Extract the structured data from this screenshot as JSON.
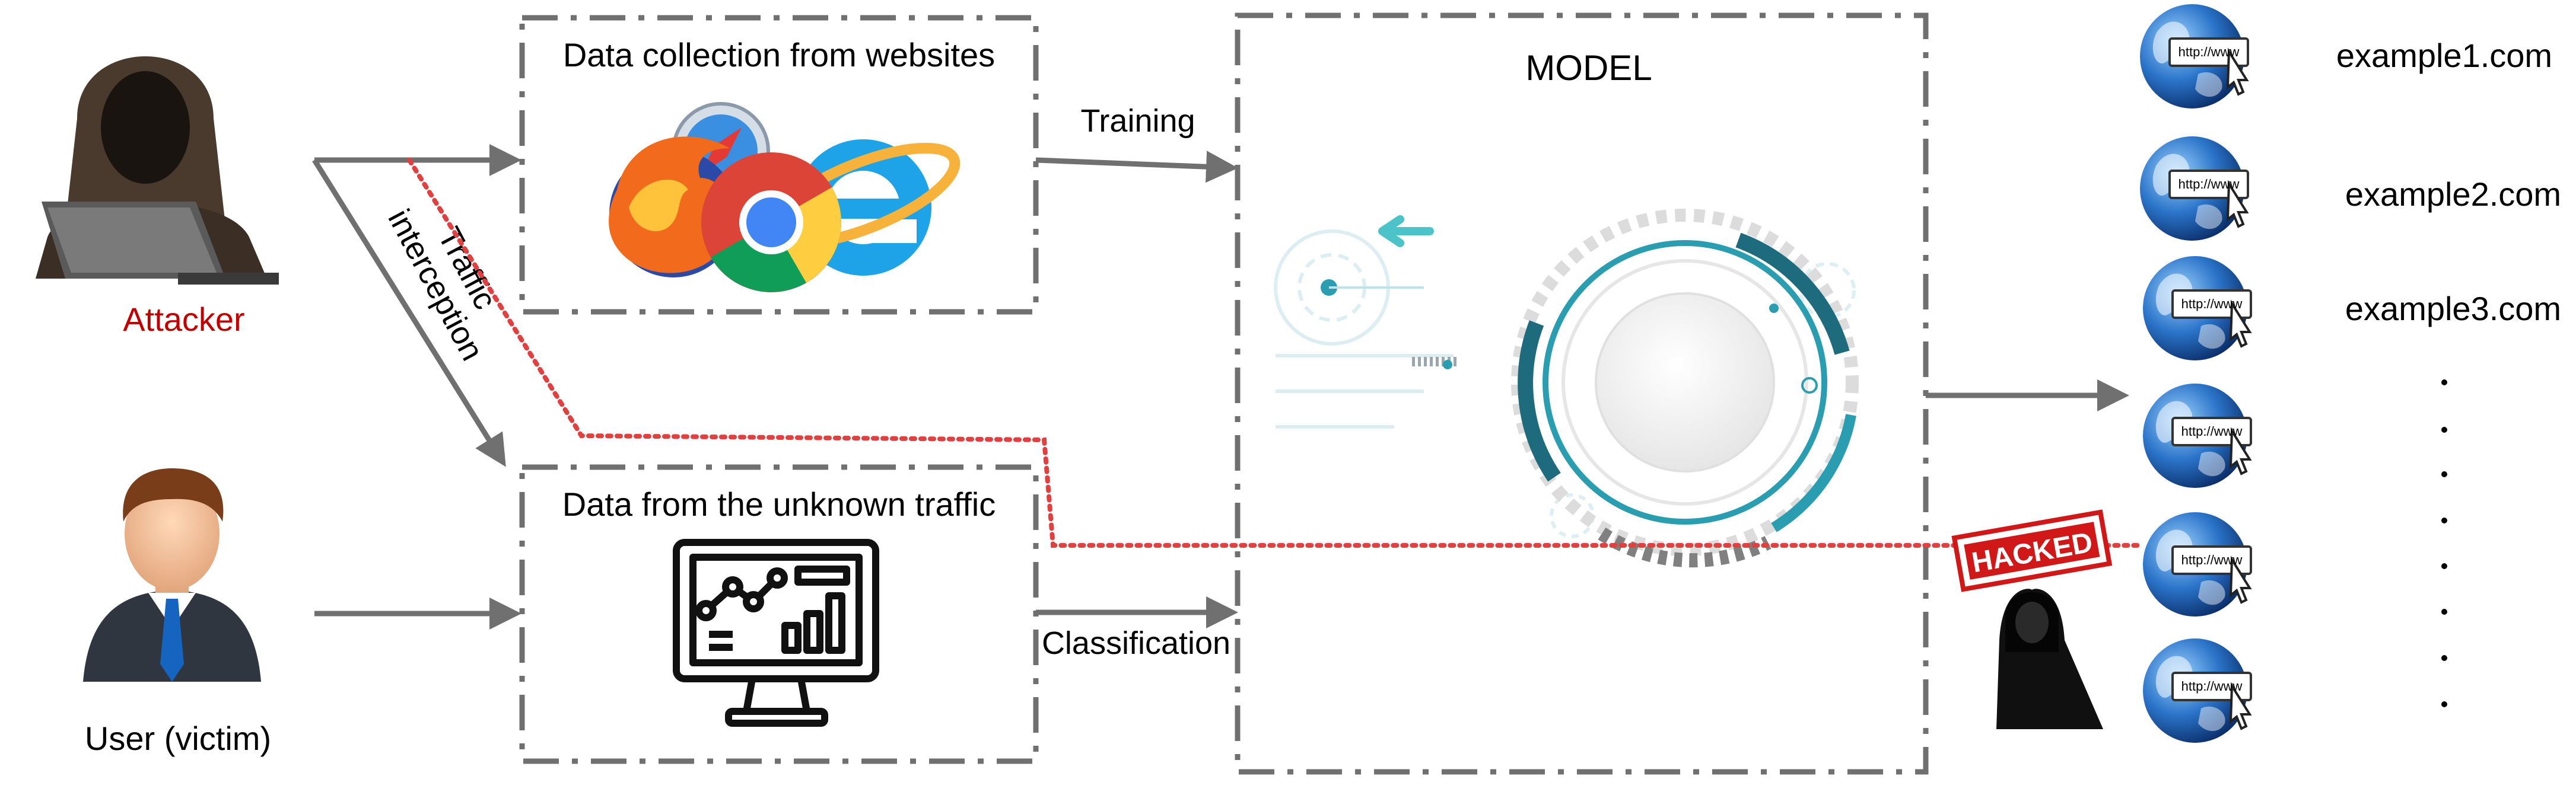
{
  "actors": {
    "attacker_label": "Attacker",
    "victim_label": "User (victim)"
  },
  "boxes": {
    "collection_title": "Data collection from websites",
    "unknown_title": "Data from the unknown traffic",
    "model_title": "MODEL"
  },
  "edges": {
    "training": "Training",
    "classification": "Classification",
    "interception_line1": "Traffic",
    "interception_line2": "interception"
  },
  "websites": [
    "example1.com",
    "example2.com",
    "example3.com"
  ],
  "hacked_label": "HACKED",
  "globe_url_text": "http://www",
  "colors": {
    "attacker_label": "#c00000",
    "interception_path": "#e04040",
    "arrow": "#707070",
    "box_border": "#707070",
    "model_accent": "#2a9db0"
  }
}
